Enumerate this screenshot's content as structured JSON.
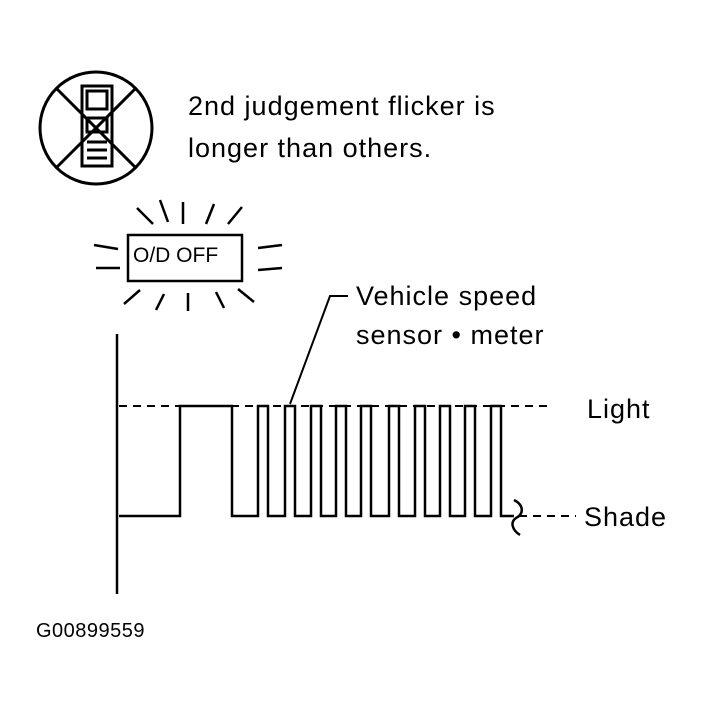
{
  "note": {
    "line1": "2nd judgement flicker is",
    "line2": "longer than others."
  },
  "indicator": {
    "label": "O/D OFF"
  },
  "callout": {
    "line1": "Vehicle speed",
    "line2": "sensor • meter"
  },
  "levels": {
    "high": "Light",
    "low": "Shade"
  },
  "figure_id": "G00899559",
  "icons": {
    "prohibited": "no-key-icon",
    "lamp": "flashing-lamp-icon"
  }
}
